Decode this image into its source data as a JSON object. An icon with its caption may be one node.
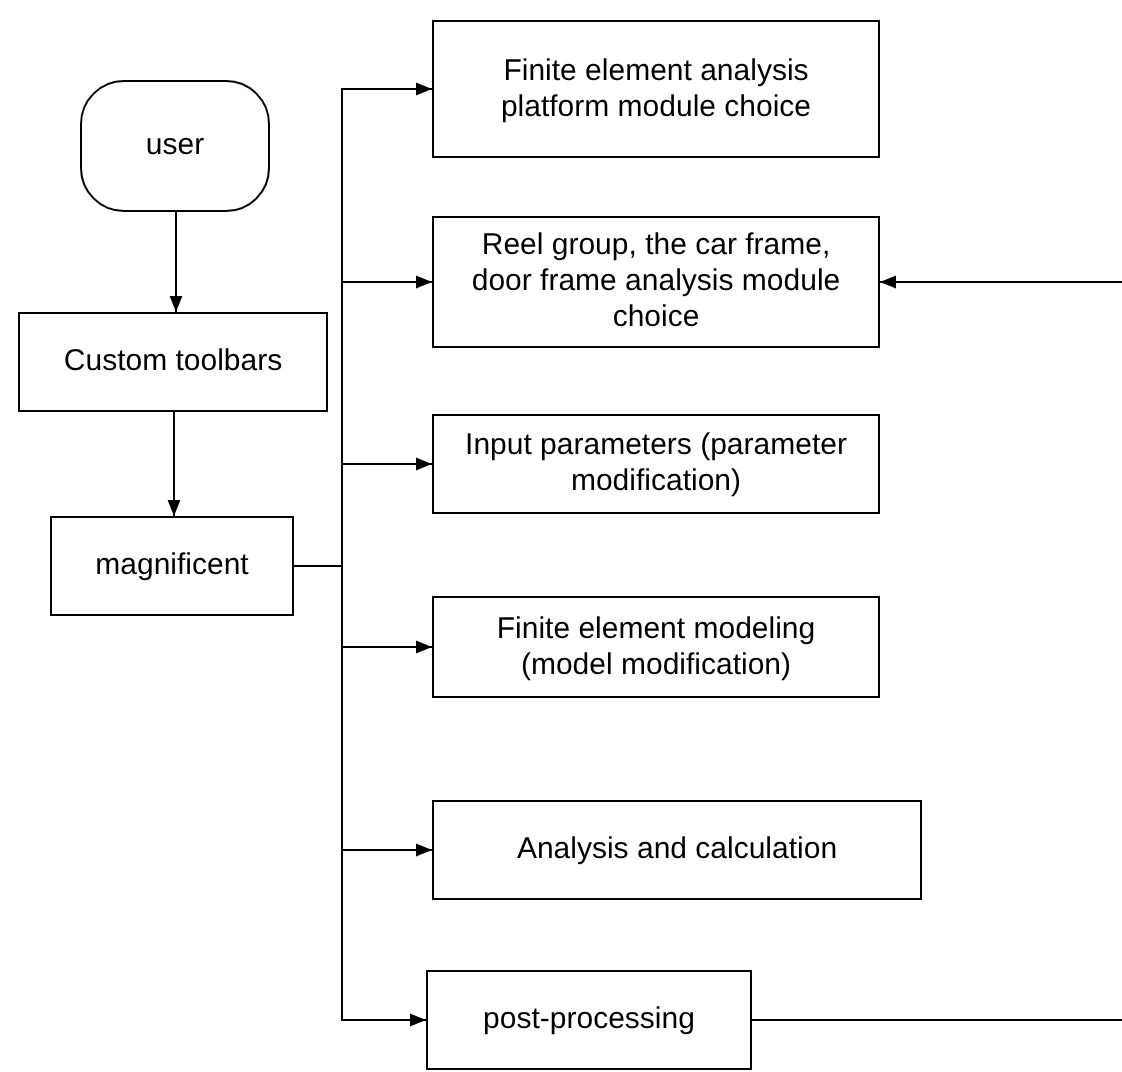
{
  "diagram": {
    "nodes": [
      {
        "text": [
          "user"
        ]
      },
      {
        "text": [
          "Custom toolbars"
        ]
      },
      {
        "text": [
          "magnificent"
        ]
      },
      {
        "text": [
          "Finite element analysis platform module choice"
        ]
      },
      {
        "text": [
          "Reel group, the car frame, door frame analysis module choice"
        ]
      },
      {
        "text": [
          "Input parameters (parameter modification)"
        ]
      },
      {
        "text": [
          "Finite element modeling (model modification)"
        ]
      },
      {
        "text": [
          "Analysis and calculation"
        ]
      },
      {
        "text": [
          "post-processing"
        ]
      }
    ],
    "edges": [
      {
        "from": 0,
        "to": 1,
        "arrow": "to"
      },
      {
        "from": 1,
        "to": 2,
        "arrow": "to"
      },
      {
        "from": 2,
        "to": 3,
        "arrow": "to"
      },
      {
        "from": 2,
        "to": 4,
        "arrow": "to"
      },
      {
        "from": 2,
        "to": 5,
        "arrow": "to"
      },
      {
        "from": 2,
        "to": 6,
        "arrow": "to"
      },
      {
        "from": 2,
        "to": 7,
        "arrow": "to"
      },
      {
        "from": 2,
        "to": 8,
        "arrow": "to"
      },
      {
        "from": null,
        "to": 4,
        "arrow": "to"
      },
      {
        "from": 8,
        "to": null,
        "arrow": "none"
      }
    ]
  }
}
